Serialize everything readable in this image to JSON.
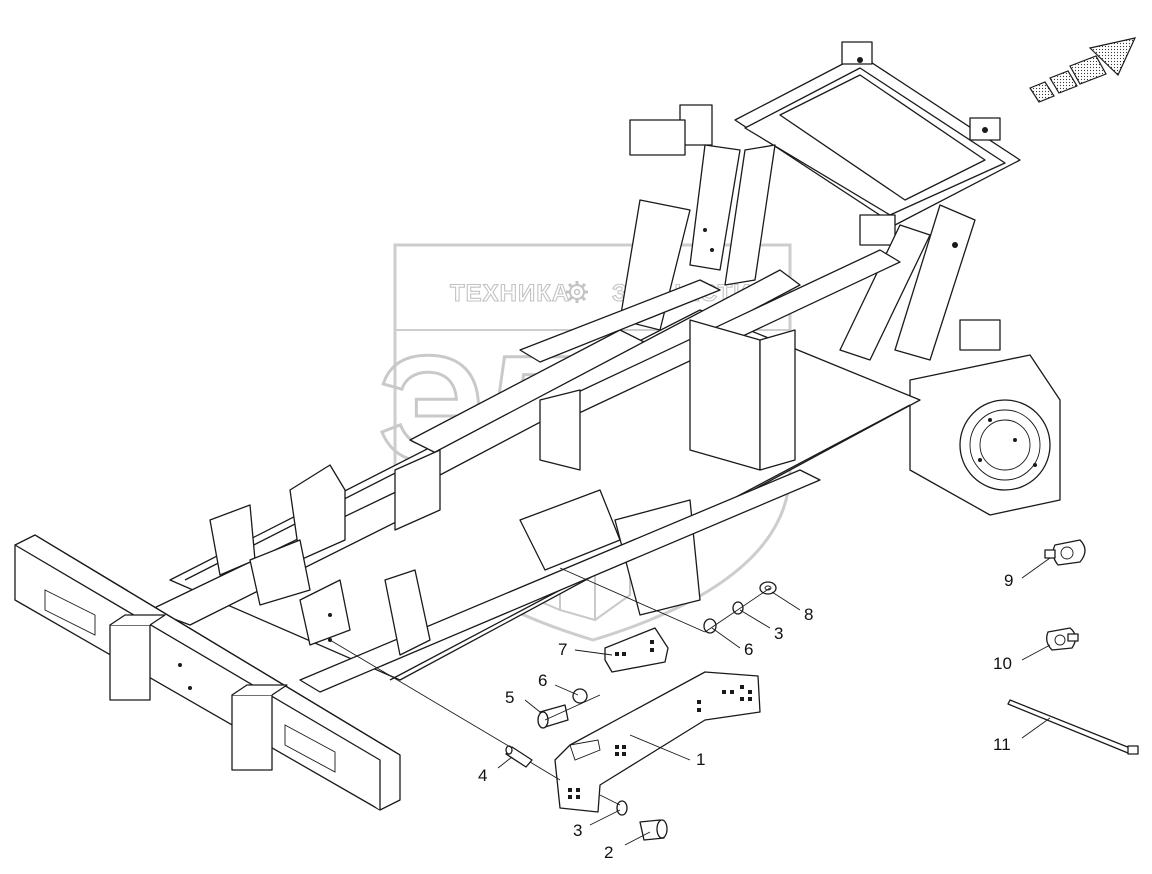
{
  "watermark": {
    "brand_text_left": "ТЕХНИКА",
    "brand_text_right": "ЗАПЧАСТИ",
    "big_letters": "ЭЛФ"
  },
  "callouts": [
    {
      "id": "c1",
      "label": "1"
    },
    {
      "id": "c2",
      "label": "2"
    },
    {
      "id": "c3a",
      "label": "3"
    },
    {
      "id": "c3b",
      "label": "3"
    },
    {
      "id": "c4",
      "label": "4"
    },
    {
      "id": "c5",
      "label": "5"
    },
    {
      "id": "c6a",
      "label": "6"
    },
    {
      "id": "c6b",
      "label": "6"
    },
    {
      "id": "c7",
      "label": "7"
    },
    {
      "id": "c8",
      "label": "8"
    },
    {
      "id": "c9",
      "label": "9"
    },
    {
      "id": "c10",
      "label": "10"
    },
    {
      "id": "c11",
      "label": "11"
    }
  ],
  "icons": {
    "direction_arrow": "forward-direction-arrow-icon",
    "gear": "gear-icon"
  }
}
